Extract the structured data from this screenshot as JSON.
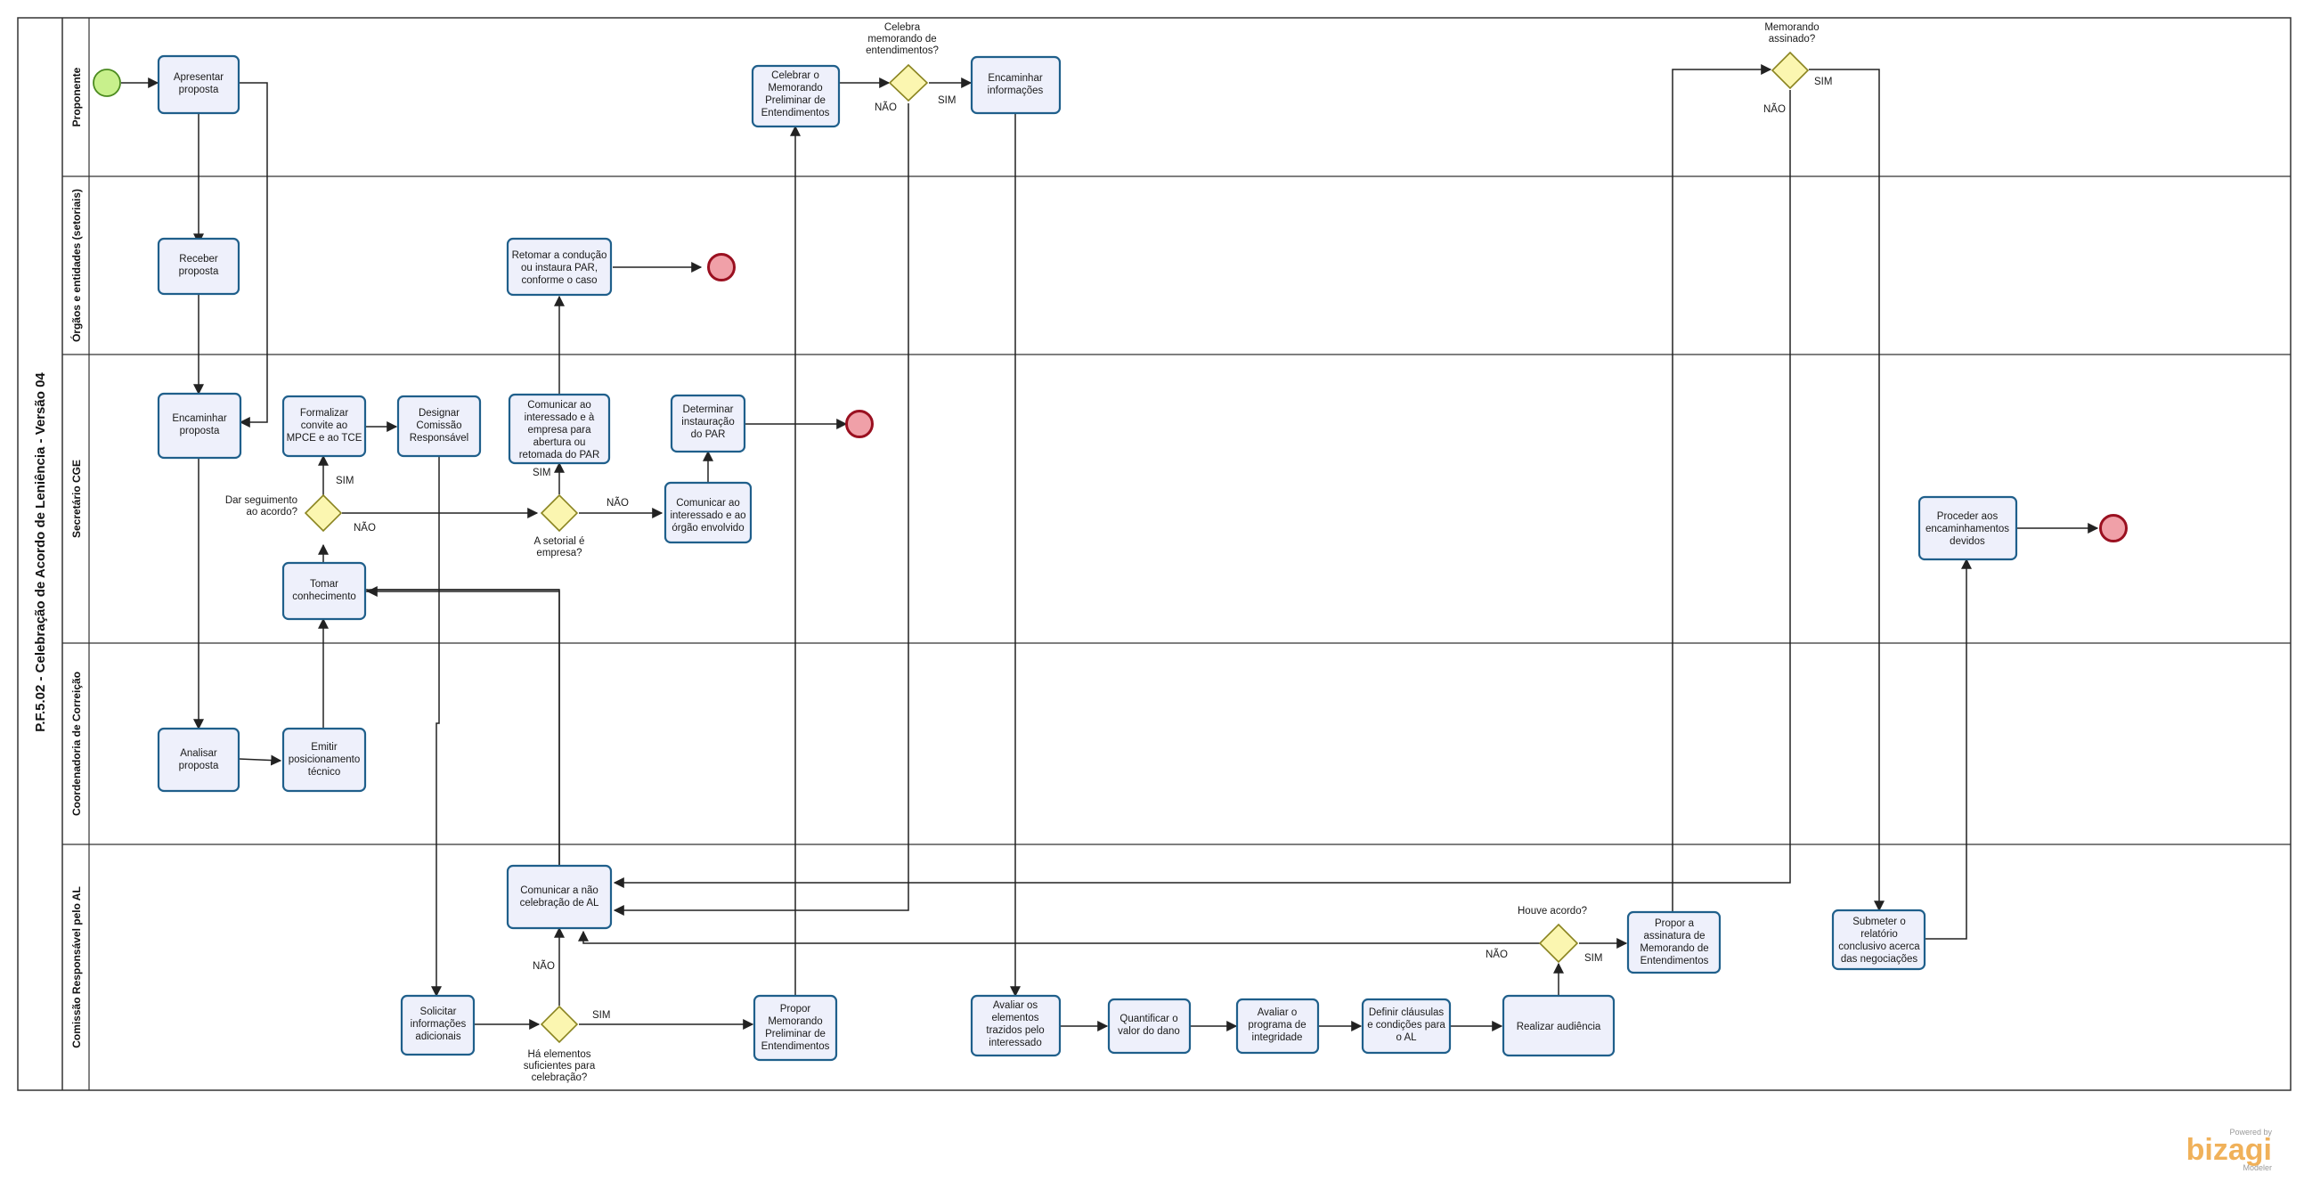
{
  "pool": {
    "title": "P.F.5.02 - Celebração de Acordo de Leniência - Versão 04"
  },
  "lanes": [
    {
      "id": "proponente",
      "label": "Proponente"
    },
    {
      "id": "orgaos",
      "label": "Órgãos e entidades (setoriais)"
    },
    {
      "id": "secretario",
      "label": "Secretário CGE"
    },
    {
      "id": "coordenadoria",
      "label": "Coordenadoria de Correição"
    },
    {
      "id": "comissao",
      "label": "Comissão Responsável pelo AL"
    }
  ],
  "tasks": {
    "apresentar": "Apresentar proposta",
    "celebrar_memorando": "Celebrar o Memorando Preliminar de Entendimentos",
    "encaminhar_info": "Encaminhar informações",
    "receber": "Receber proposta",
    "retomar": "Retomar a condução ou instaura PAR, conforme o caso",
    "encaminhar_proposta": "Encaminhar proposta",
    "formalizar": "Formalizar convite ao MPCE e ao TCE",
    "designar": "Designar Comissão Responsável",
    "comunicar_empresa": "Comunicar ao interessado e à empresa para abertura ou retomada do PAR",
    "determinar": "Determinar instauração do PAR",
    "comunicar_orgao": "Comunicar ao interessado e ao órgão envolvido",
    "tomar": "Tomar conhecimento",
    "proceder": "Proceder aos encaminhamentos devidos",
    "analisar": "Analisar proposta",
    "emitir": "Emitir posicionamento técnico",
    "comunicar_nao": "Comunicar a não celebração de AL",
    "solicitar": "Solicitar informações adicionais",
    "propor_memorando": "Propor Memorando Preliminar de Entendimentos",
    "avaliar_elementos": "Avaliar os elementos trazidos pelo interessado",
    "quantificar": "Quantificar o valor do dano",
    "avaliar_programa": "Avaliar o programa de integridade",
    "definir": "Definir cláusulas e condições para o AL",
    "realizar": "Realizar audiência",
    "propor_assinatura": "Propor a assinatura de Memorando de Entendimentos",
    "submeter": "Submeter o relatório conclusivo acerca das negociações"
  },
  "gateways": {
    "celebra": "Celebra memorando de entendimentos?",
    "assinado": "Memorando assinado?",
    "seguimento": "Dar seguimento ao acordo?",
    "setorial": "A setorial é empresa?",
    "houve": "Houve acordo?",
    "suficientes": "Há elementos suficientes para celebração?"
  },
  "flow_labels": {
    "sim": "SIM",
    "nao": "NÃO"
  },
  "brand": {
    "powered": "Powered by",
    "name": "bizagi",
    "product": "Modeler"
  },
  "colors": {
    "task_fill": "#eef0fb",
    "task_stroke": "#1f5f8b",
    "gateway_fill": "#fbf6b0",
    "start_fill": "#c8f08c",
    "end_fill": "#f0a0a8"
  }
}
